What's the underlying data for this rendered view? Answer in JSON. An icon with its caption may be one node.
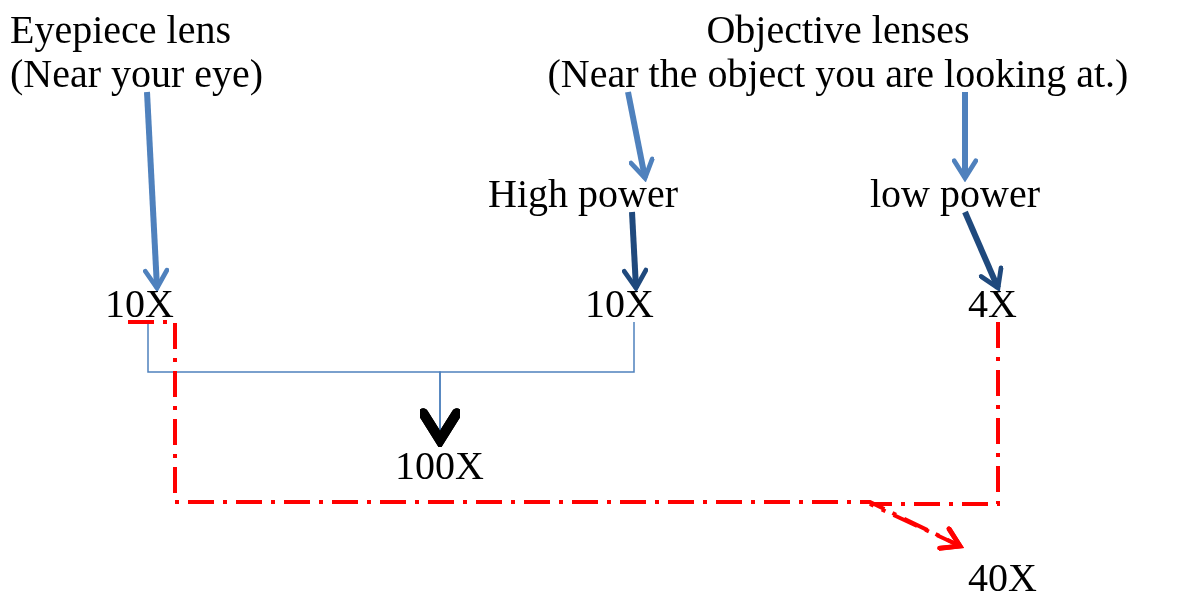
{
  "diagram": {
    "nodes": [
      {
        "text": [
          "Eyepiece lens",
          "(Near your eye)"
        ]
      },
      {
        "text": [
          "Objective lenses",
          "(Near the object you are looking at.)"
        ]
      },
      {
        "text": [
          "High power"
        ]
      },
      {
        "text": [
          "low power"
        ]
      },
      {
        "text": [
          "10X"
        ]
      },
      {
        "text": [
          "10X"
        ]
      },
      {
        "text": [
          "4X"
        ]
      },
      {
        "text": [
          "100X"
        ]
      },
      {
        "text": [
          "40X"
        ]
      }
    ],
    "edges": [
      {
        "from": 0,
        "to": 4,
        "arrow": "to",
        "color": "#4f81bd"
      },
      {
        "from": 1,
        "to": 2,
        "arrow": "to",
        "color": "#4f81bd"
      },
      {
        "from": 1,
        "to": 3,
        "arrow": "to",
        "color": "#4f81bd"
      },
      {
        "from": 2,
        "to": 5,
        "arrow": "to",
        "color": "#1f497d"
      },
      {
        "from": 3,
        "to": 6,
        "arrow": "to",
        "color": "#1f497d"
      },
      {
        "from": 4,
        "to": 7,
        "arrow": "to",
        "color": "#4f81bd"
      },
      {
        "from": 5,
        "to": 7,
        "arrow": "to",
        "color": "#4f81bd"
      },
      {
        "from": 4,
        "to": 8,
        "arrow": "to",
        "style": "dashed",
        "color": "#ff0000"
      },
      {
        "from": 6,
        "to": 8,
        "arrow": "to",
        "style": "dashed",
        "color": "#ff0000"
      }
    ]
  }
}
